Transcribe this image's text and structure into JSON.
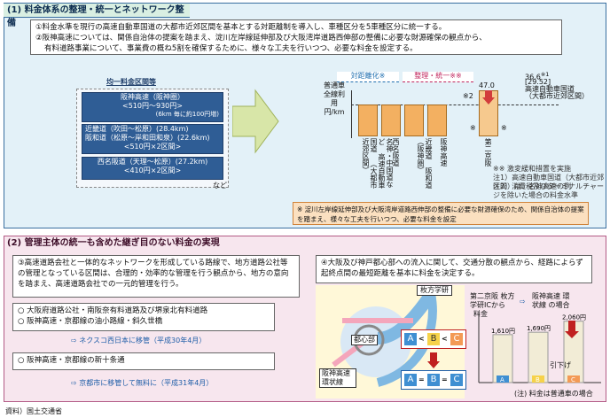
{
  "section1": {
    "title": "(1) 料金体系の整理・統一とネットワーク整備",
    "points": [
      "①料金水準を現行の高速自動車国道の大都市近郊区間を基本とする対距離制を導入し、車種区分を5車種区分に統一する。",
      "②阪神高速については、関係自治体の提案を踏まえ、淀川左岸線延伸部及び大阪湾岸道路西伸部の整備に必要な財源確保の観点から、",
      "有料道路事業について、事業費の概ね5割を確保するために、様々な工夫を行いつつ、必要な料金を設定する。"
    ],
    "left_title": "均一料金区間等",
    "zones": [
      {
        "name": "阪神高速（阪神圏）",
        "value": "<510円～930円>",
        "note": "(6km 毎に約100円増)"
      },
      {
        "name": "近畿道（吹田～松原）(28.4km)",
        "name2": "阪和道（松原～岸和田和泉）(22.6km)",
        "value": "<510円×2区間>"
      },
      {
        "name": "西名阪道（天理～松原）(27.2km)",
        "value": "<410円×2区間>"
      }
    ],
    "etc": "など",
    "label_distance": "対距離化※",
    "label_unify": "整理・統一※※",
    "yaxis": [
      "普通車",
      "全線利用",
      "円/km"
    ],
    "max_label": "36.6",
    "max_sub": "[29.52]",
    "max_note": "※1",
    "bar_value": "47.0",
    "bar_note": "※2",
    "expressway_label": "高速自動車国道",
    "expressway_sub": "（大都市近郊区間）",
    "bars": [
      "名神・中国道など 高速自動車国道 （大都市近郊区間）",
      "西名阪道",
      "近畿道 阪和道 （阪神圏）",
      "阪神高速",
      "第二京阪"
    ],
    "asterisk": "※",
    "notes": [
      "※※ 激変緩和措置を実施",
      "注1）高速自動車国道（大都市近郊区間）は、名神高速の例",
      "注2）消費税及びターミナルチャージを除いた場合の料金水準"
    ],
    "bottom_note": "※ 淀川左岸線延伸部及び大阪湾岸道路西伸部の整備に必要な財源確保のため、関係自治体の提案を踏まえ、様々な工夫を行いつつ、必要な料金を設定"
  },
  "section2": {
    "title": "(2) 管理主体の統一も含めた継ぎ目のない料金の実現",
    "left_text": "③高速道路会社と一体的なネットワークを形成している路線で、地方道路公社等の管理となっている区間は、合理的・効率的な管理を行う観点から、地方の意向を踏まえ、高速道路会社での一元的管理を行う。",
    "list1": [
      "大阪府道路公社・南阪奈有料道路及び堺泉北有料道路",
      "阪神高速・京都線の油小路線・斜久世橋"
    ],
    "arrow1": "ネクスコ西日本に移管（平成30年4月）",
    "list2": [
      "阪神高速・京都線の新十条通"
    ],
    "arrow2": "京都市に移管して無料に（平成31年4月）",
    "right_text": "④大阪及び神戸都心部への流入に関して、交通分散の観点から、経路によらず起終点間の最短距離を基本に料金を決定する。",
    "map_labels": {
      "hirakata": "枚方学研",
      "toshin": "都心部",
      "hanshin": "阪神高速 環状線",
      "a": "A",
      "b": "B",
      "c": "C",
      "lt1": "<",
      "lt2": "<",
      "eq1": "=",
      "eq2": "="
    },
    "route_labels": [
      "第二京阪 枚方学研ICから",
      "阪神高速 環状線 の場合"
    ],
    "ylabel": "料金",
    "bars": [
      {
        "label": "A",
        "value": 1610,
        "text": "1,610円"
      },
      {
        "label": "B",
        "value": 1690,
        "text": "1,690円"
      },
      {
        "label": "C",
        "value": 2060,
        "text": "2,060円"
      }
    ],
    "down_label": "引下げ",
    "footnote": "(注) 料金は普通車の場合"
  },
  "source": "資料）国土交通省"
}
